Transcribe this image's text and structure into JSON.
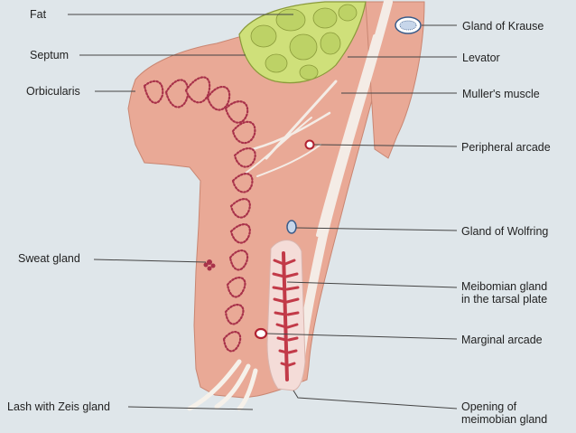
{
  "labels": {
    "fat": "Fat",
    "septum": "Septum",
    "orbicularis": "Orbicularis",
    "sweat_gland": "Sweat gland",
    "lash": "Lash with Zeis gland",
    "gland_krause": "Gland of Krause",
    "levator": "Levator",
    "muller": "Muller's muscle",
    "peripheral_arcade": "Peripheral arcade",
    "gland_wolfring": "Gland of Wolfring",
    "meibomian_line1": "Meibomian gland",
    "meibomian_line2": "in the tarsal plate",
    "marginal_arcade": "Marginal arcade",
    "opening_line1": "Opening of",
    "opening_line2": "meimobian gland"
  },
  "colors": {
    "background": "#dfe6ea",
    "tissue": "#e9a996",
    "fat": "#cfe07a",
    "muscle_dots": "#a8324a",
    "tendon": "#f4ece6",
    "tarsal": "#f4dcd8",
    "gland": "#c23a48"
  }
}
